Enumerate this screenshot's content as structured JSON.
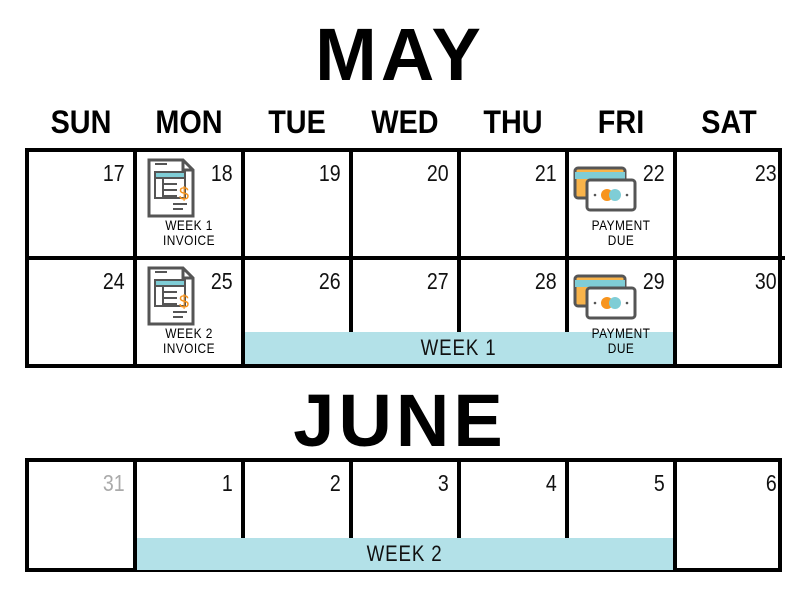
{
  "may": {
    "title": "MAY",
    "weeks": [
      [
        {
          "d": "17"
        },
        {
          "d": "18",
          "icon": "invoice",
          "label": [
            "WEEK 1",
            "INVOICE"
          ]
        },
        {
          "d": "19"
        },
        {
          "d": "20"
        },
        {
          "d": "21"
        },
        {
          "d": "22",
          "icon": "payment",
          "label": [
            "PAYMENT",
            "DUE"
          ]
        },
        {
          "d": "23"
        }
      ],
      [
        {
          "d": "24"
        },
        {
          "d": "25",
          "icon": "invoice",
          "label": [
            "WEEK 2",
            "INVOICE"
          ]
        },
        {
          "d": "26"
        },
        {
          "d": "27"
        },
        {
          "d": "28"
        },
        {
          "d": "29",
          "icon": "payment",
          "label": [
            "PAYMENT",
            "DUE"
          ]
        },
        {
          "d": "30"
        }
      ]
    ],
    "bar": {
      "label": "WEEK 1",
      "row": 1,
      "from": 2,
      "to": 5
    }
  },
  "june": {
    "title": "JUNE",
    "weeks": [
      [
        {
          "d": "31",
          "muted": true
        },
        {
          "d": "1"
        },
        {
          "d": "2"
        },
        {
          "d": "3"
        },
        {
          "d": "4"
        },
        {
          "d": "5"
        },
        {
          "d": "6"
        }
      ]
    ],
    "bar": {
      "label": "WEEK 2",
      "row": 0,
      "from": 1,
      "to": 5
    }
  },
  "days": [
    "SUN",
    "MON",
    "TUE",
    "WED",
    "THU",
    "FRI",
    "SAT"
  ],
  "colors": {
    "bar": "#b3e1e8",
    "orange": "#f7941d",
    "teal": "#7fcdd6",
    "card": "#f9b44b"
  }
}
